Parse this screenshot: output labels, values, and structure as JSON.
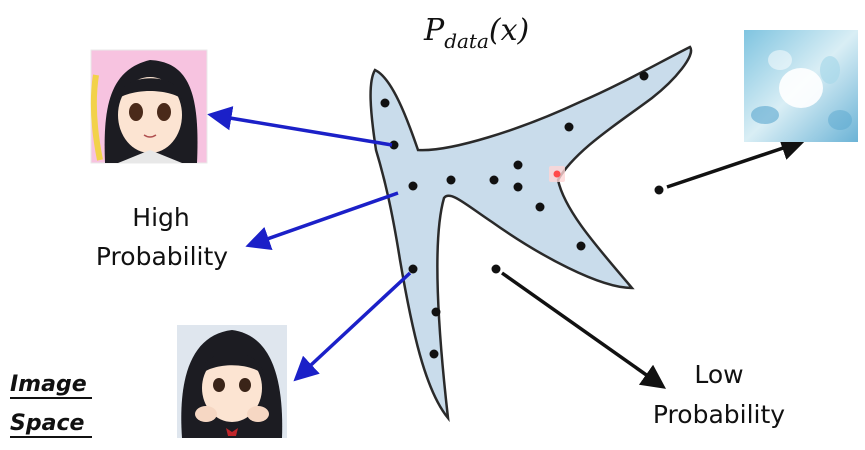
{
  "title": {
    "symbol": "P",
    "subscript": "data",
    "argument": "(x)"
  },
  "labels": {
    "high_line1": "High",
    "high_line2": "Probability",
    "low_line1": "Low",
    "low_line2": "Probability",
    "space_line1": "Image",
    "space_line2": "Space"
  },
  "colors": {
    "region_fill": "#c9dceb",
    "region_stroke": "#2a2a2a",
    "arrow_blue": "#1b20c8",
    "arrow_black": "#111111",
    "highlight": "#ff4a4a"
  },
  "images": [
    {
      "name": "anime-face-top",
      "description": "anime girl portrait, dark twin-tail hair, pink background"
    },
    {
      "name": "anime-face-bottom",
      "description": "anime girl portrait, dark hair, hands on cheeks, red bow"
    },
    {
      "name": "noisy-image",
      "description": "blurry noisy blue-white generated image"
    }
  ]
}
